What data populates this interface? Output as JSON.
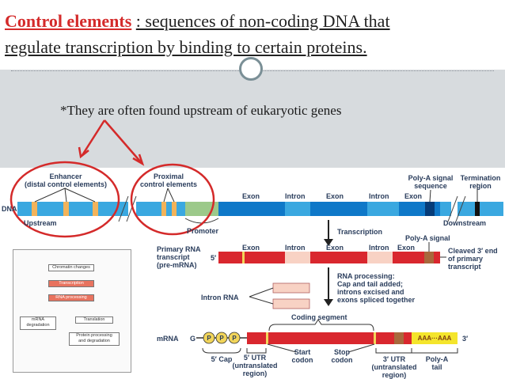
{
  "slide": {
    "title_keyword": "Control elements",
    "title_rest_1": ": sequences of non-coding DNA that",
    "title_rest_2": "regulate transcription by binding to certain proteins.",
    "note": "*They are often found upstream of eukaryotic genes"
  },
  "diagram": {
    "enhancer": "Enhancer",
    "enhancer_sub": "(distal control elements)",
    "proximal": "Proximal",
    "proximal_sub": "control elements",
    "poly_a_signal_seq_1": "Poly-A signal",
    "poly_a_signal_seq_2": "sequence",
    "termination_1": "Termination",
    "termination_2": "region",
    "exon": "Exon",
    "intron": "Intron",
    "dna": "DNA",
    "upstream": "Upstream",
    "promoter": "Promoter",
    "downstream": "Downstream",
    "transcription": "Transcription",
    "poly_a_signal": "Poly-A signal",
    "primary_1": "Primary RNA",
    "primary_2": "transcript",
    "primary_3": "(pre-mRNA)",
    "five_prime": "5′",
    "three_prime": "3′",
    "cleaved_1": "Cleaved 3′ end",
    "cleaved_2": "of primary",
    "cleaved_3": "transcript",
    "processing_1": "RNA processing:",
    "processing_2": "Cap and tail added;",
    "processing_3": "introns excised and",
    "processing_4": "exons spliced together",
    "intron_rna": "Intron RNA",
    "coding_segment": "Coding segment",
    "mrna": "mRNA",
    "g": "G",
    "p": "P",
    "aaa": "AAA···AAA",
    "cap_5": "5′ Cap",
    "utr5_1": "5′ UTR",
    "utr5_2": "(untranslated",
    "utr5_3": "region)",
    "start_1": "Start",
    "start_2": "codon",
    "stop_1": "Stop",
    "stop_2": "codon",
    "utr3_1": "3′ UTR",
    "utr3_2": "(untranslated",
    "utr3_3": "region)",
    "polya_1": "Poly-A",
    "polya_2": "tail"
  },
  "inset": {
    "chromatin": "Chromatin changes",
    "transcription": "Transcription",
    "rna_processing": "RNA processing",
    "mrna_deg_1": "mRNA",
    "mrna_deg_2": "degradation",
    "translation": "Translation",
    "protein_1": "Protein processing",
    "protein_2": "and degradation"
  },
  "colors": {
    "accent_red": "#d42a2a",
    "dna_blue": "#3aa8e0",
    "exon_blue": "#0f78c8",
    "rna_red": "#d9272e",
    "intron_pink": "#f8d2c4",
    "promoter_green": "#9cc98a",
    "polya_yellow": "#f4e52c",
    "enhancer_orange": "#f2b35a"
  }
}
